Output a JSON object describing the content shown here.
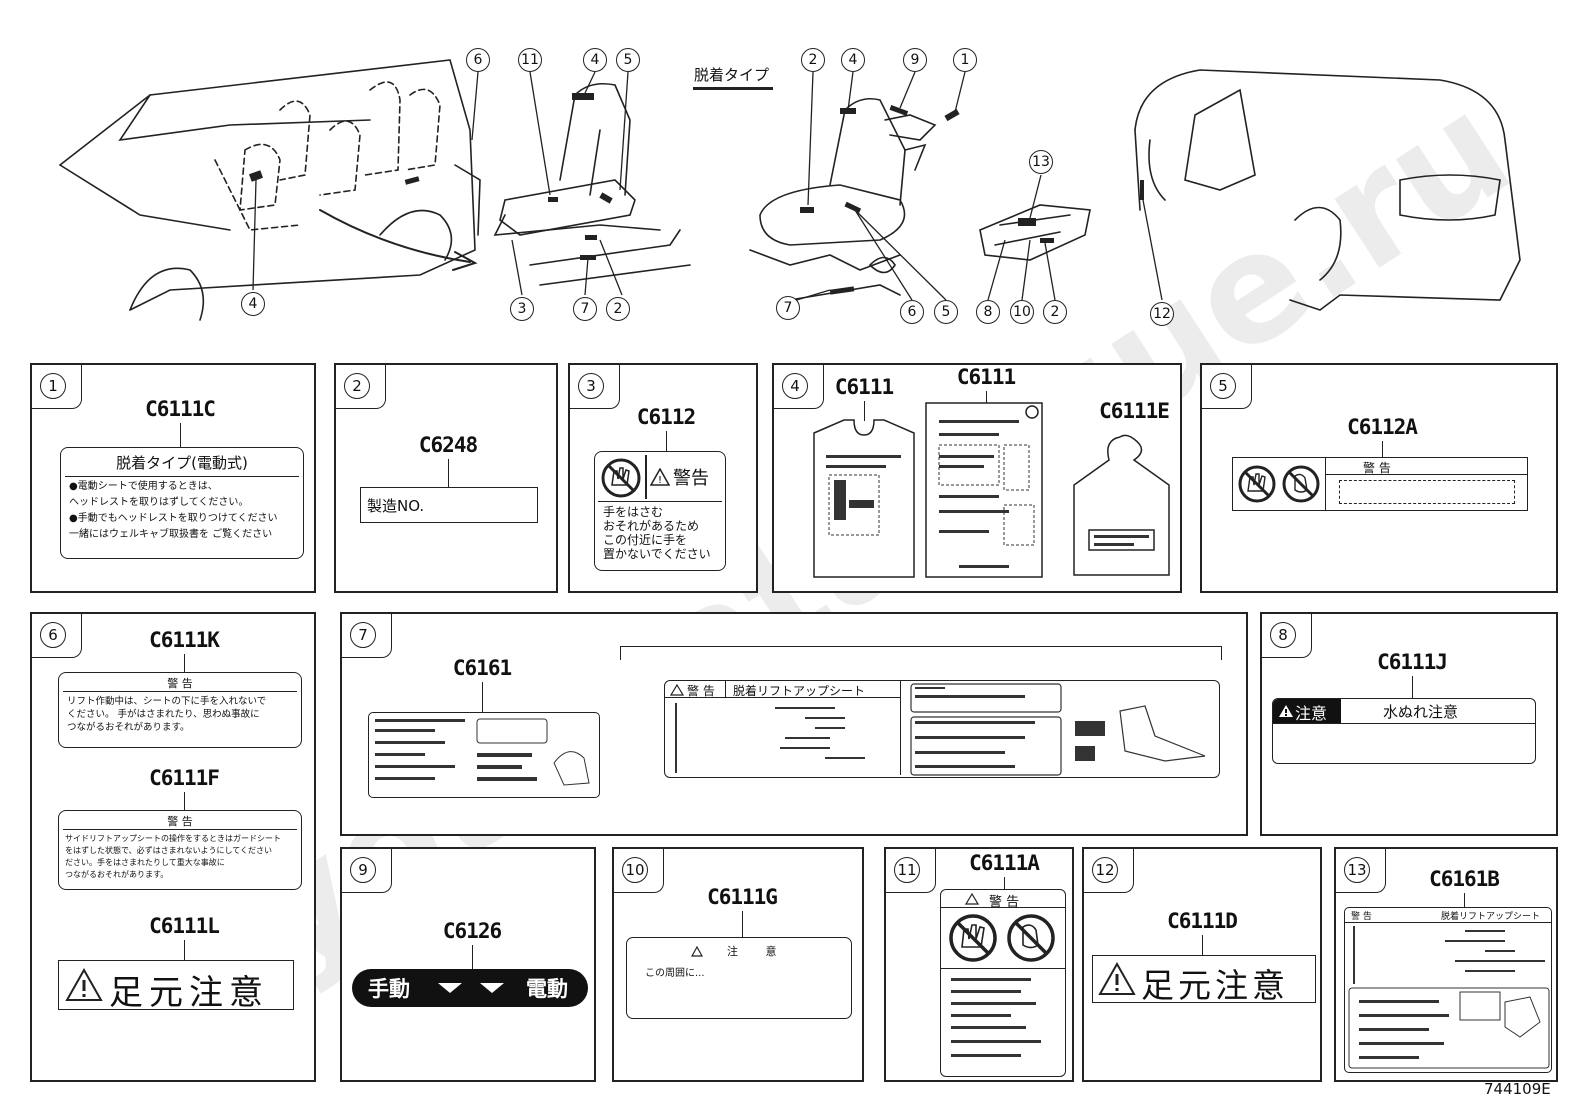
{
  "diagram": {
    "removable_type_label": "脱着タイプ",
    "figure_id": "744109E",
    "watermark": "ToyotaCatalogue.ru",
    "callouts": [
      "1",
      "2",
      "3",
      "4",
      "5",
      "6",
      "7",
      "8",
      "9",
      "10",
      "11",
      "12",
      "13"
    ]
  },
  "panels": {
    "p1": {
      "num": "1",
      "code": "C6111C",
      "title": "脱着タイプ(電動式)",
      "lines": [
        "●電動シートで使用するときは、",
        "ヘッドレストを取りはずしてください。",
        "●手動でもヘッドレストを取りつけてください",
        "一緒にはウェルキャブ取扱書を ご覧ください"
      ]
    },
    "p2": {
      "num": "2",
      "code": "C6248",
      "text": "製造NO."
    },
    "p3": {
      "num": "3",
      "code": "C6112",
      "warn": "警告",
      "lines": [
        "手をはさむ",
        "おそれがあるため",
        "この付近に手を",
        "置かないでください"
      ]
    },
    "p4": {
      "num": "4",
      "codes": [
        "C6111",
        "C6111",
        "C6111E"
      ]
    },
    "p5": {
      "num": "5",
      "code": "C6112A",
      "warn": "警 告"
    },
    "p6": {
      "num": "6",
      "codes": [
        "C6111K",
        "C6111F",
        "C6111L"
      ],
      "warn": "警 告",
      "k_lines": [
        "リフト作動中は、シートの下に手を入れないで",
        "ください。 手がはさまれたり、思わぬ事故に",
        "つながるおそれがあります。"
      ],
      "f_lines": [
        "サイドリフトアップシートの操作をするときはガードシート",
        "をはずした状態で、必ずはさまれないようにしてください",
        "ださい。手をはさまれたりして重大な事故に",
        "つながるおそれがあります。"
      ],
      "l_text": "足元注意"
    },
    "p7": {
      "num": "7",
      "code": "C6161",
      "header_warn": "警 告",
      "header_title": "脱着リフトアップシート"
    },
    "p8": {
      "num": "8",
      "code": "C6111J",
      "chui": "注意",
      "text": "水ぬれ注意"
    },
    "p9": {
      "num": "9",
      "code": "C6126",
      "left": "手動",
      "right": "電動"
    },
    "p10": {
      "num": "10",
      "code": "C6111G",
      "warn": "注 意",
      "text": "この周囲に..."
    },
    "p11": {
      "num": "11",
      "code": "C6111A",
      "warn": "警 告"
    },
    "p12": {
      "num": "12",
      "code": "C6111D",
      "text": "足元注意"
    },
    "p13": {
      "num": "13",
      "code": "C6161B",
      "warn": "警 告",
      "title": "脱着リフトアップシート"
    }
  }
}
